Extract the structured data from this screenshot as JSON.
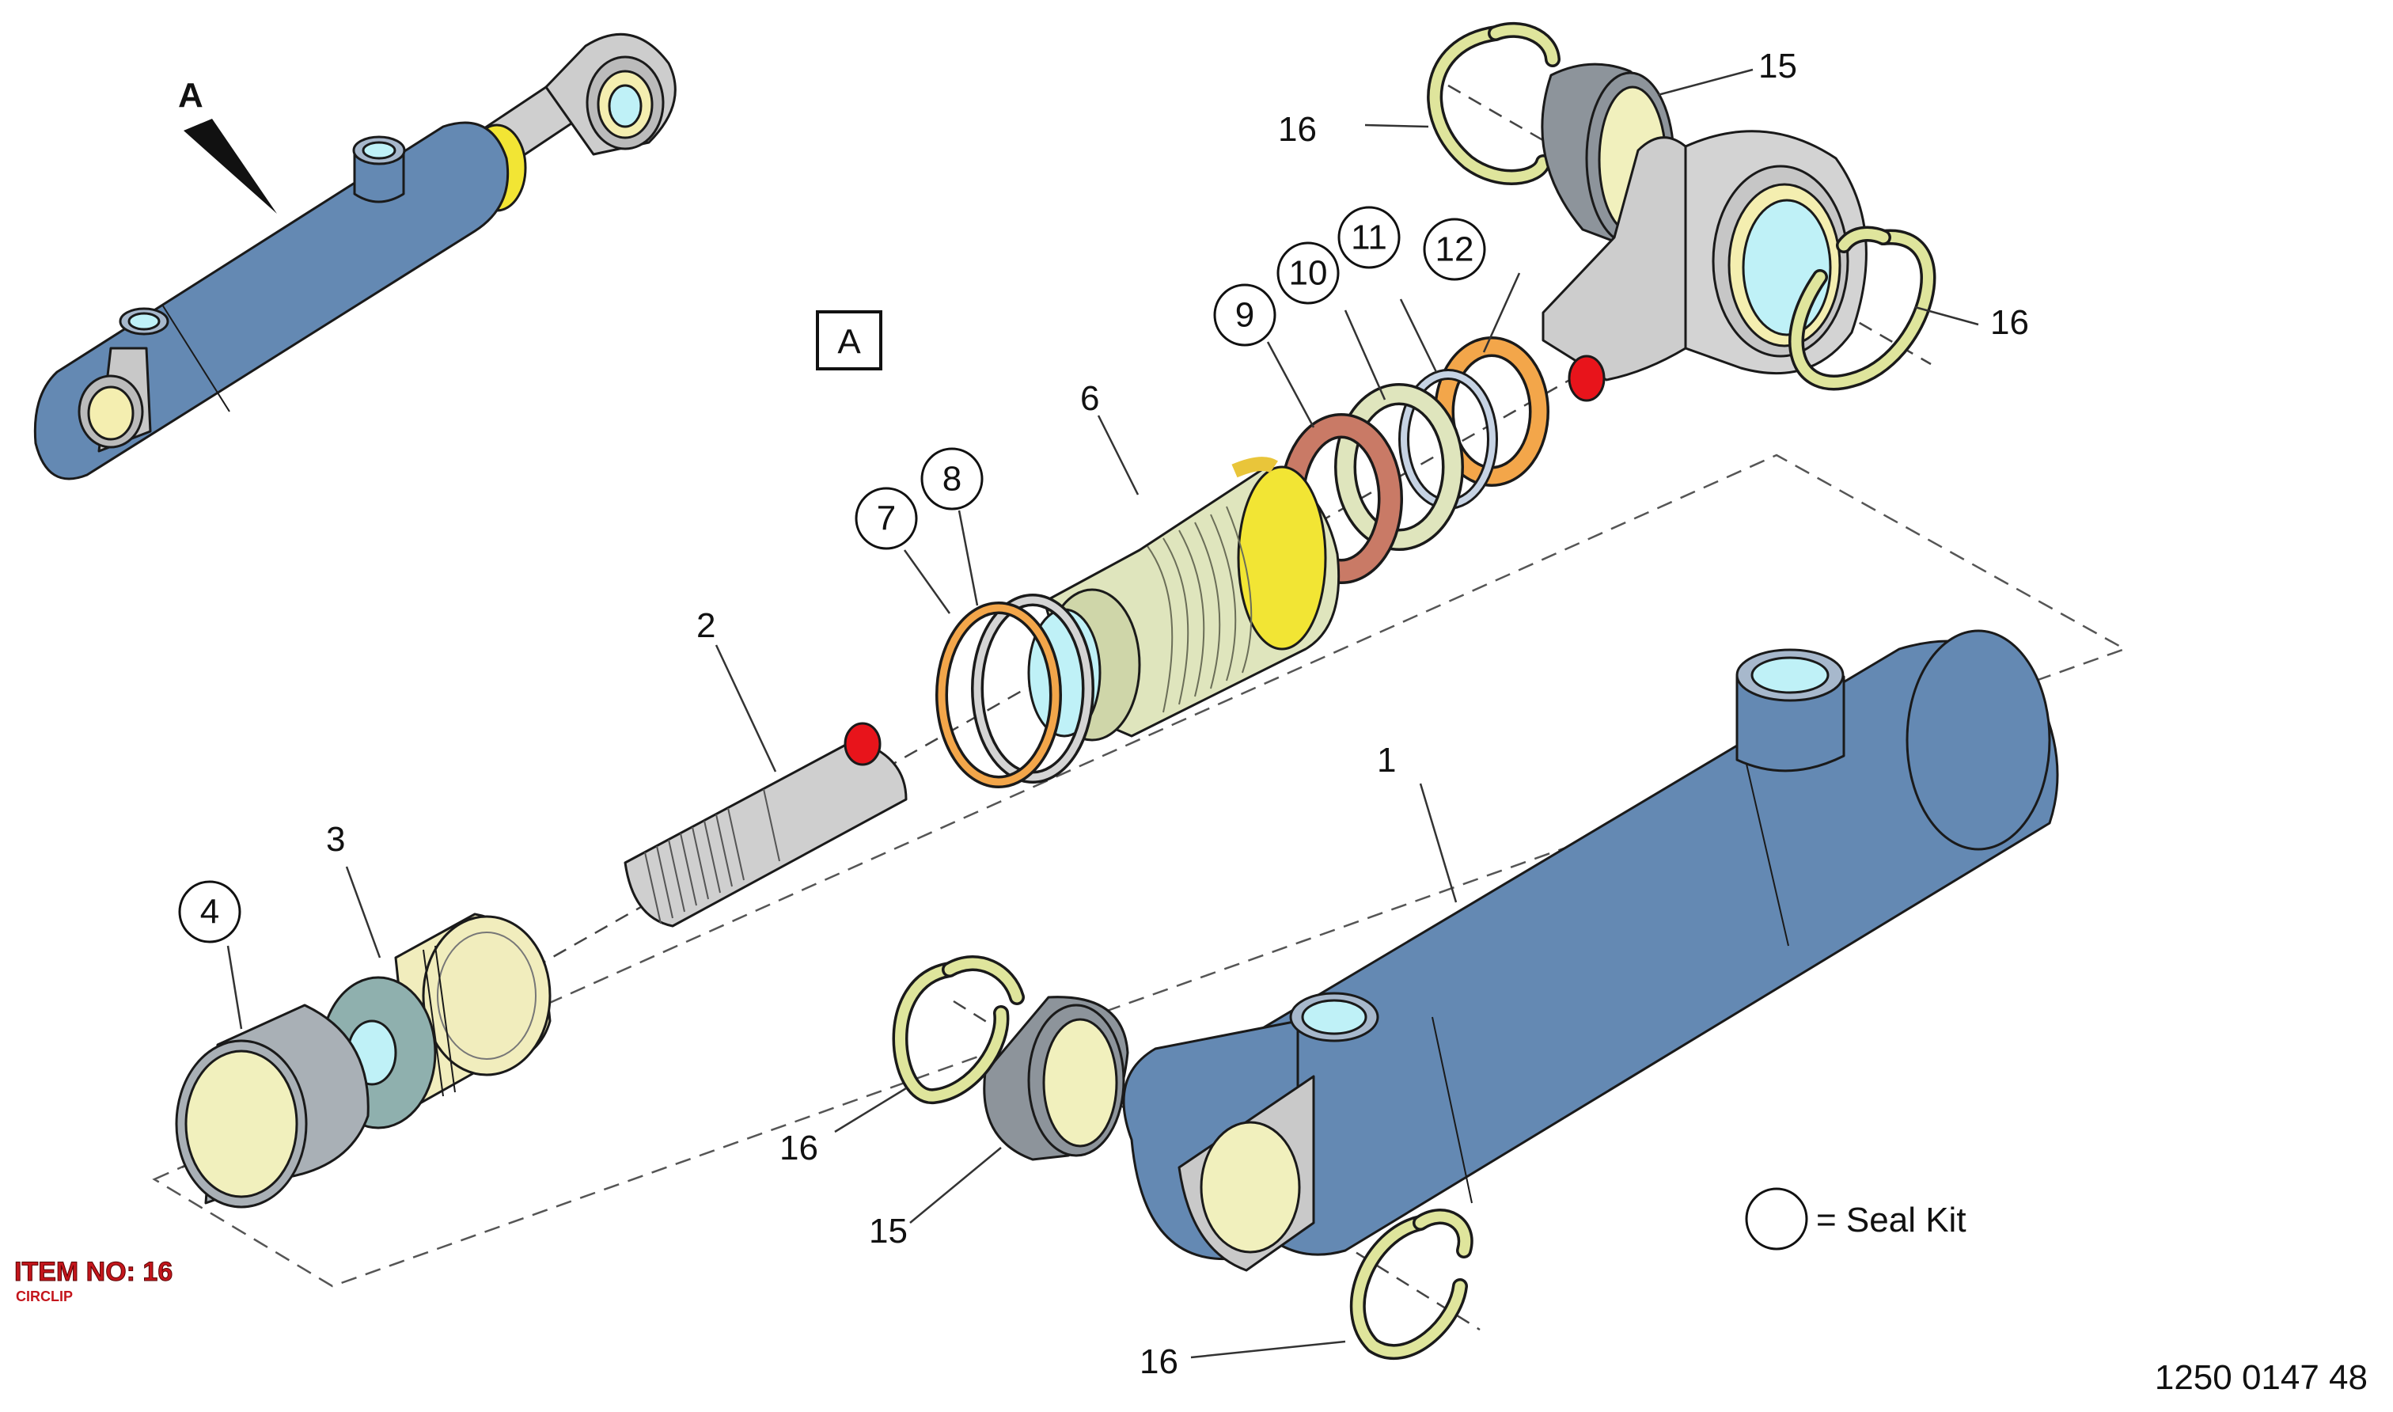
{
  "detail_marker": "A",
  "detail_box_label": "A",
  "parts": {
    "barrel": "1",
    "rod": "2",
    "piston": "3",
    "piston_seal": "4",
    "gland": "6",
    "gland_outer_seal": "7",
    "gland_backup_ring": "8",
    "rod_seal": "9",
    "wiper": "10",
    "o_ring": "11",
    "backup_ring": "12",
    "bushing_rod": "15",
    "bushing_barrel": "15",
    "circlip_rod_top": "16",
    "circlip_rod_right": "16",
    "circlip_barrel_top": "16",
    "circlip_barrel_bottom": "16"
  },
  "legend": {
    "text": "= Seal Kit"
  },
  "item_info": {
    "title": "ITEM NO: 16",
    "subtitle": "CIRCLIP"
  },
  "drawing_number": "1250 0147 48",
  "colors": {
    "barrel_blue": "#6489b3",
    "rod_grey": "#c9c9c9",
    "gland_green": "#dfe5bd",
    "seal_yellow": "#f2e534",
    "seal_orange": "#f3a64a",
    "seal_brown": "#c97a66",
    "bushing_grey": "#8d949b",
    "bushing_inner": "#f1f0bd",
    "port_cyan": "#bff1f7",
    "rod_end_red": "#e8141b",
    "circlip_green": "#dfe59c",
    "item_red": "#c4161c"
  }
}
